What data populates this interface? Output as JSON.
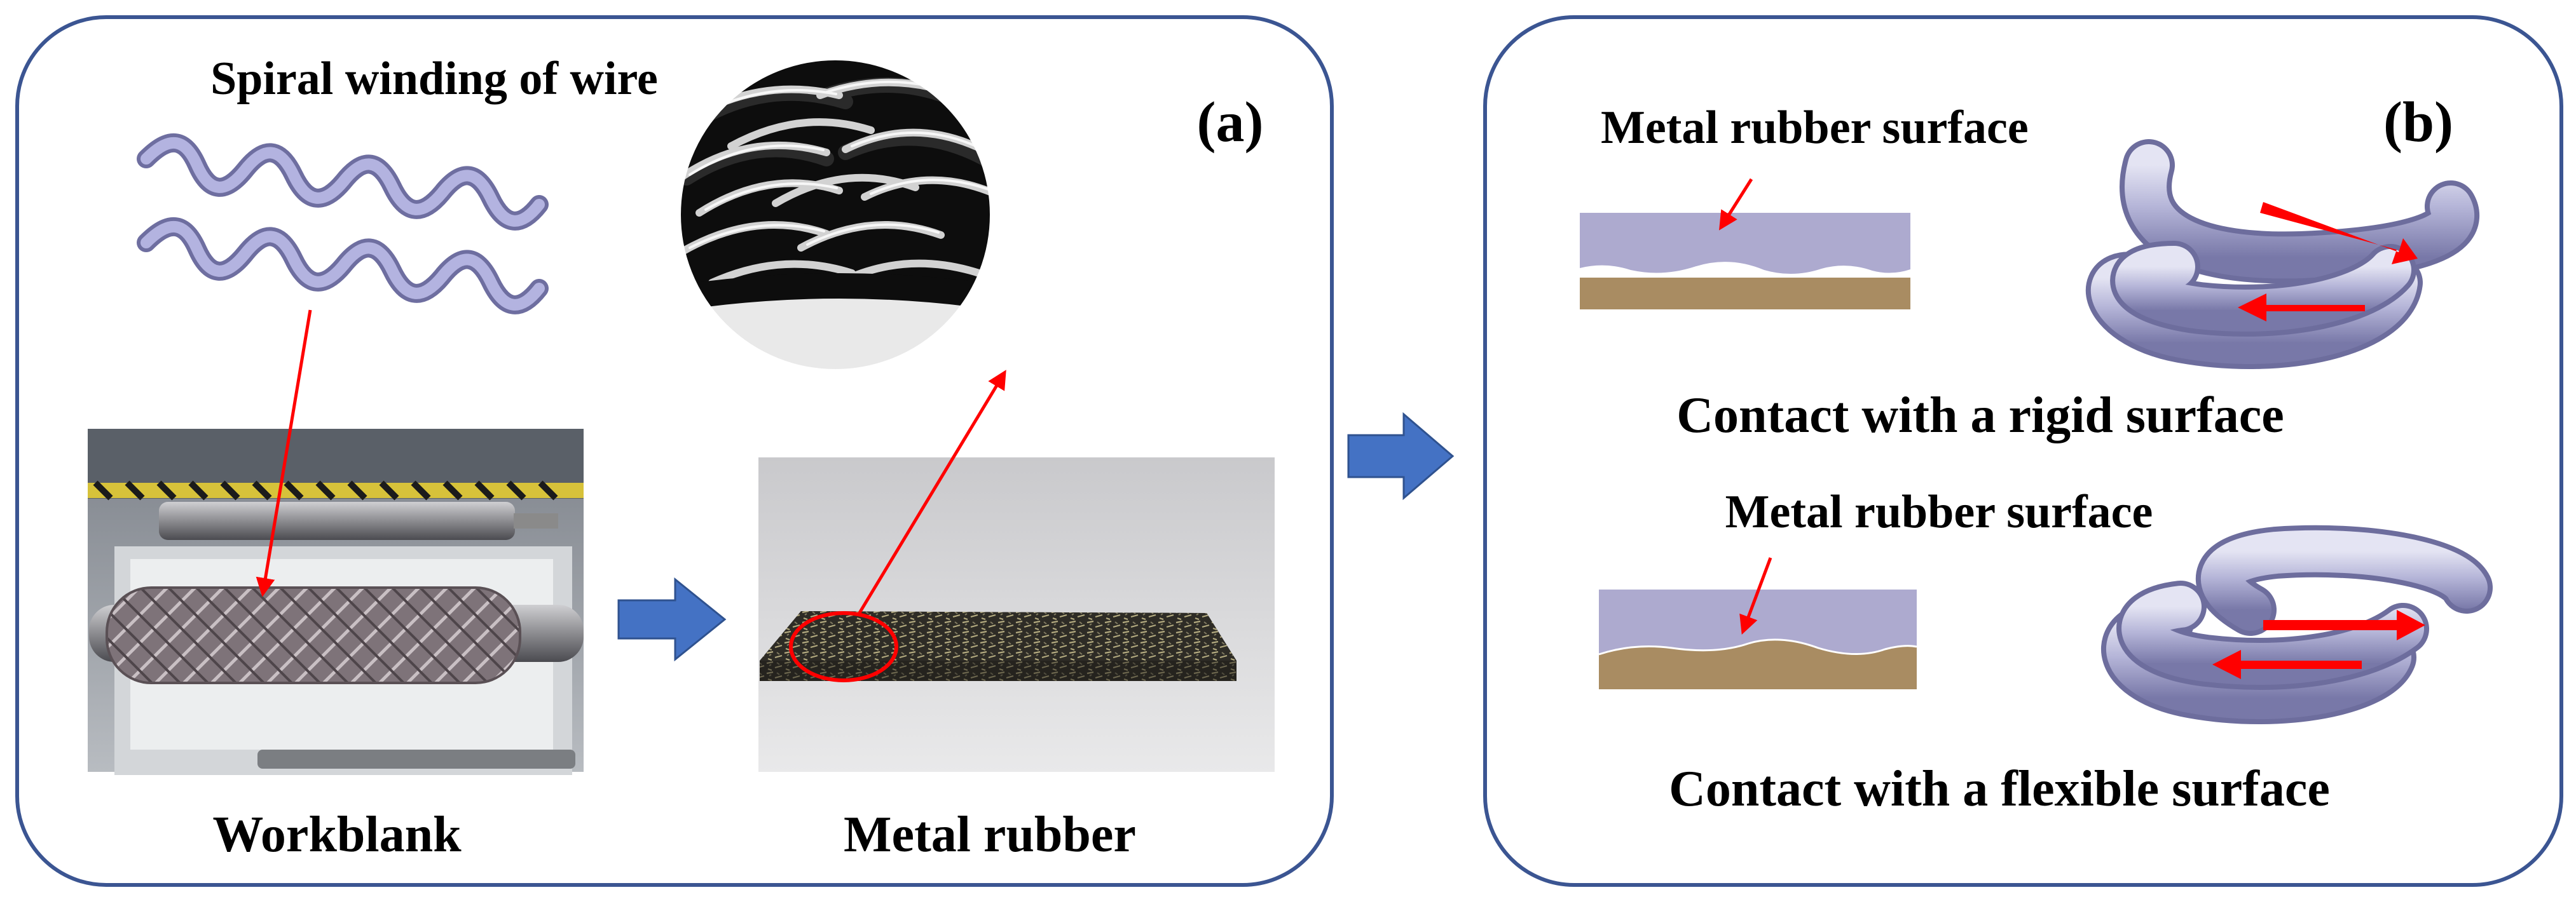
{
  "panel_a": {
    "tag": "(a)",
    "wire_caption": "Spiral winding of wire",
    "workblank_caption": "Workblank",
    "metal_rubber_caption": "Metal rubber"
  },
  "panel_b": {
    "tag": "(b)",
    "rigid": {
      "surface_label": "Metal rubber surface",
      "caption": "Contact with a rigid surface"
    },
    "flexible": {
      "surface_label": "Metal rubber surface",
      "caption": "Contact with a flexible surface"
    }
  },
  "colors": {
    "panel_border": "#3b5592",
    "flow_arrow": "#4472c4",
    "pointer_red": "#ff0000",
    "wire_lavender": "#a9a9d8",
    "surface_lavender": "#adaacf",
    "ground_tan": "#a98c62"
  }
}
